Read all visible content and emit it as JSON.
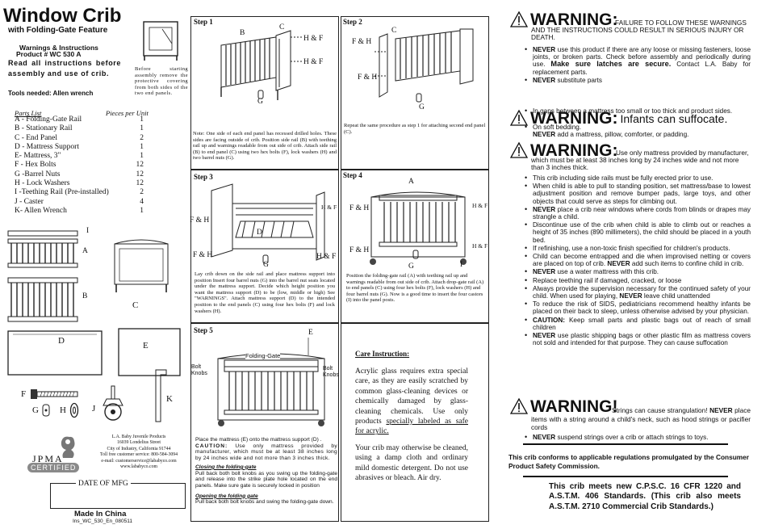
{
  "header": {
    "title": "Window Crib",
    "subtitle": "with Folding-Gate Feature",
    "warnings_title": "Warnings & Instructions",
    "product_no": "Product # WC 530 A",
    "read_note": "Read all instructions before assembly and use of crib.",
    "tools": "Tools needed: Allen wrench"
  },
  "before_note": "Before starting assembly remove the protective covering from both sides of the two end panels.",
  "parts": {
    "col1": "Parts List",
    "col2": "Pieces per Unit",
    "items": [
      {
        "name": "A - Folding-Gate Rail",
        "qty": "1"
      },
      {
        "name": "B - Stationary Rail",
        "qty": "1"
      },
      {
        "name": "C - End Panel",
        "qty": "2"
      },
      {
        "name": "D - Mattress Support",
        "qty": "1"
      },
      {
        "name": "E- Mattress, 3\"",
        "qty": "1"
      },
      {
        "name": "F - Hex Bolts",
        "qty": "12"
      },
      {
        "name": "G -Barrel Nuts",
        "qty": "12"
      },
      {
        "name": "H - Lock Washers",
        "qty": "12"
      },
      {
        "name": "I -Teething Rail (Pre-installed)",
        "qty": "2"
      },
      {
        "name": "J - Caster",
        "qty": "4"
      },
      {
        "name": "K- Allen Wrench",
        "qty": "1"
      }
    ]
  },
  "part_letters": {
    "i": "I",
    "a": "A",
    "b": "B",
    "c": "C",
    "d": "D",
    "e": "E",
    "f": "F",
    "g": "G",
    "h": "H",
    "j": "J",
    "k": "K"
  },
  "company": {
    "name": "L.A. Baby Juvenile Products",
    "address1": "16039 Londelius Street",
    "address2": "City of Industry, California 91744",
    "phone": "Toll free customer service: 800-584-3094",
    "email": "e-mail: customerservice@lababyco.com",
    "web": "www.lababyco.com",
    "jpma": "JPMA",
    "certified": "CERTIFIED"
  },
  "date_label": "DATE OF MFG",
  "made_in": "Made In China",
  "doc_code": "Ins_WC_530_En_080511",
  "steps": {
    "s1": {
      "label": "Step 1",
      "text": "Note: One side of each end panel has recessed drilled holes. These sides are facing outside of crib. Position side rail (B) with teething rail up and warnings readable from out side of crib. Attach side rail (B) to end panel (C) using two hex bolts (F), lock washers (H) and two barrel nuts (G).",
      "labels": {
        "b": "B",
        "c": "C",
        "hf1": "H & F",
        "hf2": "H & F",
        "g": "G"
      }
    },
    "s2": {
      "label": "Step 2",
      "text": "Repeat the same procedure as step 1 for attaching second end panel (C).",
      "labels": {
        "c": "C",
        "fh1": "F & H",
        "fh2": "F & H",
        "g": "G"
      }
    },
    "s3": {
      "label": "Step 3",
      "text": "Lay crib down on the side rail and place mattress support into position Insert four barrel nuts (G) into the barrel nut seats located under the mattress support. Decide which height position you want the mattress support (D) to be (low, middle or high) See \"WARNINGS\". Attach mattress support (D) to the intended position to the end panels (C) using four hex bolts (F) and lock washers (H).",
      "labels": {
        "fh1": "F & H",
        "fh2": "F & H",
        "hf1": "H & F",
        "hf2": "H & F",
        "d": "D",
        "g": "G"
      }
    },
    "s4": {
      "label": "Step 4",
      "text": "Position the folding-gate rail (A) with teething rail up and warnings readable from out side of crib. Attach drop-gate rail (A) to end panels (C) using four hex bolts (F), lock washers (H) and four barrel nuts (G). Now is a good time to insert the four castors (I) into the panel posts.",
      "labels": {
        "a": "A",
        "fh1": "F & H",
        "fh2": "F & H",
        "hf1": "H & F",
        "hf2": "H & F",
        "g": "G",
        "i": "I"
      }
    },
    "s5": {
      "label": "Step 5",
      "e_label": "E",
      "gate_label": "Folding-Gate",
      "knob_l": "Bolt Knobs",
      "knob_r": "Bolt Knobs",
      "text_a": "Place the mattress (E) onto the mattress support (D) .",
      "caution_label": "CAUTION:",
      "caution_text": "Use only mattress provided by manufacturer, which must be at least 38 inches long by 24 inches wide and not more than 3 inches thick.",
      "closing_title": "Closing the folding-gate",
      "closing_text": "Pull back both bolt knobs as you swing up the folding-gate and release into the strike plate hole located on the end panels. Make sure gate is securely locked in position",
      "opening_title": "Opening the folding gate",
      "opening_text": "Pull back both bolt knobs and swing the folding-gate down."
    }
  },
  "care": {
    "title": "Care Instruction:",
    "p1a": "Acrylic glass requires extra special care, as they are easily scratched by common glass-cleaning devices or chemically damaged by glass-cleaning chemicals. Use only products",
    "p1b": "specially labeled as safe for acrylic.",
    "p2": "Your crib may otherwise be cleaned, using a damp cloth and ordinary mild domestic detergent. Do not use abrasives or bleach. Air dry."
  },
  "warnings": {
    "w1": {
      "head": "WARNING:",
      "sub": "FAILURE TO FOLLOW THESE WARNINGS AND THE INSTRUCTIONS COULD RESULT IN SERIOUS INJURY OR DEATH.",
      "b1_never": "NEVER",
      "b1_text": "use this product if there are any loose or missing fasteners, loose joints, or broken parts. Check before assembly and periodically during use.",
      "b1_bold": "Make sure latches are secure.",
      "b1_tail": "Contact L.A. Baby for replacement parts.",
      "b2_never": "NEVER",
      "b2_text": "substitute parts"
    },
    "w2": {
      "head": "WARNING:",
      "sub": "Infants can suffocate.",
      "b1": "In gaps between a mattress too small or too thick and product sides.",
      "b2": "On soft bedding.",
      "b2_never": "NEVER",
      "b2_tail": "add a mattress, pillow, comforter, or padding."
    },
    "w3": {
      "head": "WARNING:",
      "sub": "Use only mattress provided by manufacturer, which must be at least 38 inches long by 24 inches wide and not more than 3 inches thick.",
      "items": [
        {
          "pre": "",
          "bold": "",
          "text": "This crib including side rails must be fully erected prior to use."
        },
        {
          "pre": "",
          "bold": "",
          "text": "When child is able to pull to standing position, set mattress/base to lowest adjustment position and remove bumper pads, large toys, and other objects that could serve as steps for climbing out."
        },
        {
          "pre": "",
          "bold": "NEVER",
          "text": "place a crib near windows where cords from blinds or drapes may strangle a child."
        },
        {
          "pre": "",
          "bold": "",
          "text": "Discontinue use of the crib when child is able to climb out or reaches a height of 35 inches (890 millimeters), the child should be placed in a youth bed."
        },
        {
          "pre": "",
          "bold": "",
          "text": "If refinishing, use a non-toxic finish specified for children's products."
        },
        {
          "pre": "Child can become entrapped and die when improvised netting or covers are placed on top of crib.",
          "bold": "NEVER",
          "text": "add such items to confine child in crib."
        },
        {
          "pre": "",
          "bold": "NEVER",
          "text": "use a water mattress with this crib."
        },
        {
          "pre": "",
          "bold": "",
          "text": "Replace teething rail if damaged, cracked, or loose"
        },
        {
          "pre": "Always provide the supervision necessary for the continued safety of your child. When used for playing,",
          "bold": "NEVER",
          "text": "leave child unattended"
        },
        {
          "pre": "",
          "bold": "",
          "text": "To reduce the risk of SIDS, pediatricians recommend healthy infants be placed on their back to sleep, unless otherwise advised by your physician."
        },
        {
          "pre": "",
          "bold": "CAUTION:",
          "text": "Keep small parts and plastic bags out of reach of small children"
        },
        {
          "pre": "",
          "bold": "NEVER",
          "text": "use plastic shipping bags or other plastic film as mattress covers not sold and intended for that purpose. They can cause suffocation"
        }
      ]
    },
    "w4": {
      "head": "WARNING!",
      "sub": "Strings can cause strangulation!",
      "sub_never": "NEVER",
      "sub_tail": "place items with a string around a child's neck, such as hood strings or pacifier cords",
      "b1_never": "NEVER",
      "b1_text": "suspend strings over a crib or attach strings to toys."
    }
  },
  "conform": "This crib conforms to applicable regulations promulgated by the Consumer Product Safety Commission.",
  "cpsc": "This crib meets new C.P.S.C. 16 CFR 1220 and A.S.T.M. 406 Standards. (This crib also meets A.S.T.M. 2710 Commercial Crib Standards.)"
}
